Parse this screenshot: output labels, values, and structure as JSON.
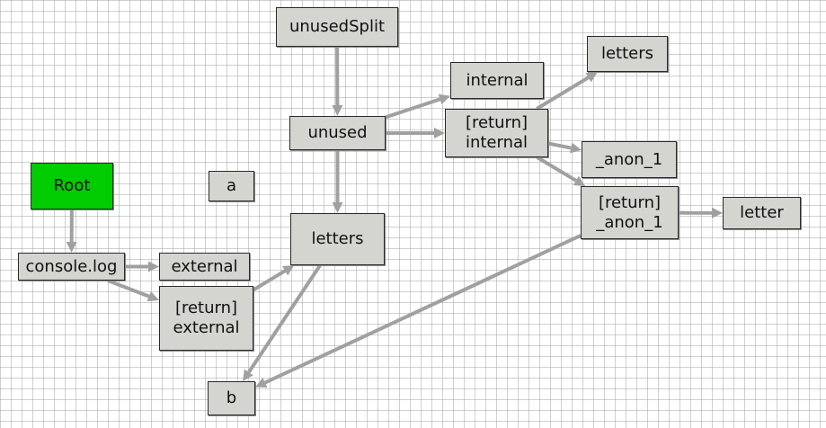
{
  "colors": {
    "node_fill": "#d4d4d0",
    "root_fill": "#00cc00",
    "edge": "#a0a0a0",
    "border": "#2a2a2a"
  },
  "nodes": {
    "unusedSplit": {
      "lines": [
        "unusedSplit"
      ]
    },
    "letters_top": {
      "lines": [
        "letters"
      ]
    },
    "internal": {
      "lines": [
        "internal"
      ]
    },
    "unused": {
      "lines": [
        "unused"
      ]
    },
    "return_internal": {
      "lines": [
        "[return]",
        "internal"
      ]
    },
    "anon1": {
      "lines": [
        "_anon_1"
      ]
    },
    "root": {
      "lines": [
        "Root"
      ]
    },
    "a": {
      "lines": [
        "a"
      ]
    },
    "return_anon1": {
      "lines": [
        "[return]",
        "_anon_1"
      ]
    },
    "letter": {
      "lines": [
        "letter"
      ]
    },
    "letters_mid": {
      "lines": [
        "letters"
      ]
    },
    "console_log": {
      "lines": [
        "console.log"
      ]
    },
    "external": {
      "lines": [
        "external"
      ]
    },
    "return_external": {
      "lines": [
        "[return]",
        "external"
      ]
    },
    "b": {
      "lines": [
        "b"
      ]
    }
  },
  "edges": [
    [
      "unusedSplit",
      "unused"
    ],
    [
      "unused",
      "internal"
    ],
    [
      "unused",
      "return_internal"
    ],
    [
      "unused",
      "letters_mid"
    ],
    [
      "return_internal",
      "letters_top"
    ],
    [
      "return_internal",
      "anon1"
    ],
    [
      "return_internal",
      "return_anon1"
    ],
    [
      "return_anon1",
      "letter"
    ],
    [
      "return_anon1",
      "b"
    ],
    [
      "root",
      "console_log"
    ],
    [
      "console_log",
      "external"
    ],
    [
      "console_log",
      "return_external"
    ],
    [
      "return_external",
      "letters_mid"
    ],
    [
      "letters_mid",
      "b"
    ]
  ]
}
